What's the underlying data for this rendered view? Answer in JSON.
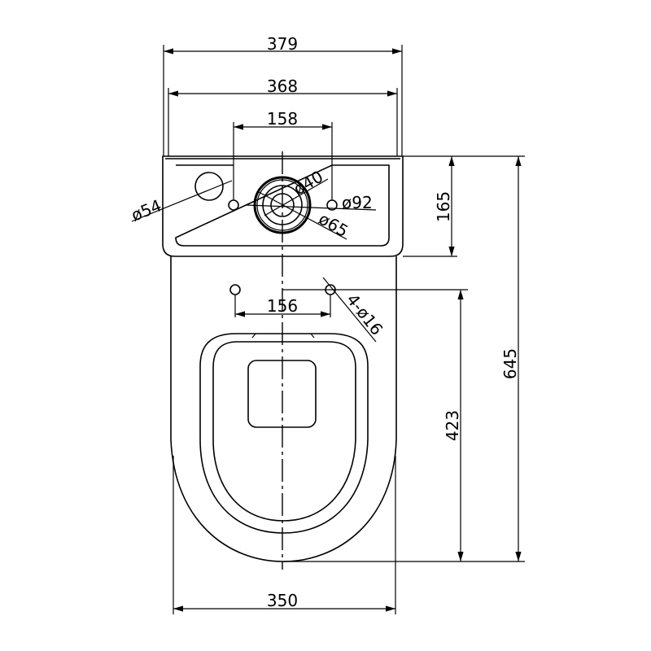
{
  "title": "One-piece toilet top view dimension drawing",
  "dimensions": {
    "overall_width_top": "379",
    "tank_width": "368",
    "tank_hole_spacing": "158",
    "overflow_hole": "ø54",
    "flush_valve_inner": "ø40",
    "flush_valve_outer": "ø92",
    "flush_valve_mid": "ø65",
    "tank_depth": "165",
    "seat_hole_spacing": "156",
    "seat_holes": "4-ø16",
    "overall_length": "645",
    "seat_hole_to_front": "423",
    "bowl_width": "350"
  },
  "colors": {
    "line": "#000000",
    "background": "#ffffff"
  }
}
